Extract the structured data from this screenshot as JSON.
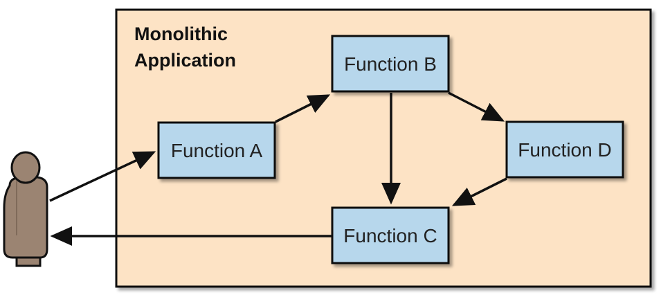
{
  "diagram": {
    "container": {
      "title_line1": "Monolithic",
      "title_line2": "Application",
      "fill": "#fde3c5",
      "stroke": "#111111"
    },
    "functions": {
      "a": {
        "label": "Function A"
      },
      "b": {
        "label": "Function B"
      },
      "c": {
        "label": "Function C"
      },
      "d": {
        "label": "Function D"
      },
      "fill": "#b7d7ec",
      "stroke": "#111111"
    },
    "user": {
      "icon": "person-icon",
      "color": "#9b8472"
    },
    "arrows": [
      {
        "from": "user",
        "to": "Function A"
      },
      {
        "from": "Function A",
        "to": "Function B"
      },
      {
        "from": "Function B",
        "to": "Function C"
      },
      {
        "from": "Function B",
        "to": "Function D"
      },
      {
        "from": "Function D",
        "to": "Function C"
      },
      {
        "from": "Function C",
        "to": "user"
      }
    ]
  }
}
